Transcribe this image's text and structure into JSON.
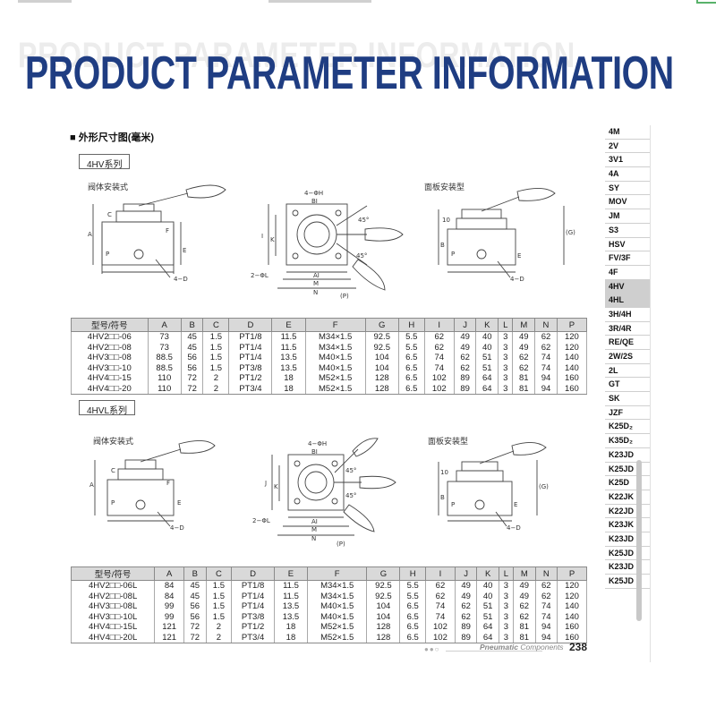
{
  "title": "PRODUCT PARAMETER INFORMATION",
  "section_heading": "■ 外形尺寸图(毫米)",
  "series": [
    {
      "tag": "4HV系列",
      "views": {
        "valve": "阀体安装式",
        "panel": "面板安装型"
      },
      "headers": [
        "型号/符号",
        "A",
        "B",
        "C",
        "D",
        "E",
        "F",
        "G",
        "H",
        "I",
        "J",
        "K",
        "L",
        "M",
        "N",
        "P"
      ],
      "rows": [
        [
          "4HV2□□-06",
          "73",
          "45",
          "1.5",
          "PT1/8",
          "11.5",
          "M34×1.5",
          "92.5",
          "5.5",
          "62",
          "49",
          "40",
          "3",
          "49",
          "62",
          "120"
        ],
        [
          "4HV2□□-08",
          "73",
          "45",
          "1.5",
          "PT1/4",
          "11.5",
          "M34×1.5",
          "92.5",
          "5.5",
          "62",
          "49",
          "40",
          "3",
          "49",
          "62",
          "120"
        ],
        [
          "4HV3□□-08",
          "88.5",
          "56",
          "1.5",
          "PT1/4",
          "13.5",
          "M40×1.5",
          "104",
          "6.5",
          "74",
          "62",
          "51",
          "3",
          "62",
          "74",
          "140"
        ],
        [
          "4HV3□□-10",
          "88.5",
          "56",
          "1.5",
          "PT3/8",
          "13.5",
          "M40×1.5",
          "104",
          "6.5",
          "74",
          "62",
          "51",
          "3",
          "62",
          "74",
          "140"
        ],
        [
          "4HV4□□-15",
          "110",
          "72",
          "2",
          "PT1/2",
          "18",
          "M52×1.5",
          "128",
          "6.5",
          "102",
          "89",
          "64",
          "3",
          "81",
          "94",
          "160"
        ],
        [
          "4HV4□□-20",
          "110",
          "72",
          "2",
          "PT3/4",
          "18",
          "M52×1.5",
          "128",
          "6.5",
          "102",
          "89",
          "64",
          "3",
          "81",
          "94",
          "160"
        ]
      ]
    },
    {
      "tag": "4HVL系列",
      "views": {
        "valve": "阀体安装式",
        "panel": "面板安装型"
      },
      "headers": [
        "型号/符号",
        "A",
        "B",
        "C",
        "D",
        "E",
        "F",
        "G",
        "H",
        "I",
        "J",
        "K",
        "L",
        "M",
        "N",
        "P"
      ],
      "rows": [
        [
          "4HV2□□-06L",
          "84",
          "45",
          "1.5",
          "PT1/8",
          "11.5",
          "M34×1.5",
          "92.5",
          "5.5",
          "62",
          "49",
          "40",
          "3",
          "49",
          "62",
          "120"
        ],
        [
          "4HV2□□-08L",
          "84",
          "45",
          "1.5",
          "PT1/4",
          "11.5",
          "M34×1.5",
          "92.5",
          "5.5",
          "62",
          "49",
          "40",
          "3",
          "49",
          "62",
          "120"
        ],
        [
          "4HV3□□-08L",
          "99",
          "56",
          "1.5",
          "PT1/4",
          "13.5",
          "M40×1.5",
          "104",
          "6.5",
          "74",
          "62",
          "51",
          "3",
          "62",
          "74",
          "140"
        ],
        [
          "4HV3□□-10L",
          "99",
          "56",
          "1.5",
          "PT3/8",
          "13.5",
          "M40×1.5",
          "104",
          "6.5",
          "74",
          "62",
          "51",
          "3",
          "62",
          "74",
          "140"
        ],
        [
          "4HV4□□-15L",
          "121",
          "72",
          "2",
          "PT1/2",
          "18",
          "M52×1.5",
          "128",
          "6.5",
          "102",
          "89",
          "64",
          "3",
          "81",
          "94",
          "160"
        ],
        [
          "4HV4□□-20L",
          "121",
          "72",
          "2",
          "PT3/4",
          "18",
          "M52×1.5",
          "128",
          "6.5",
          "102",
          "89",
          "64",
          "3",
          "81",
          "94",
          "160"
        ]
      ]
    }
  ],
  "sidebar": [
    "4M",
    "2V",
    "3V1",
    "4A",
    "SY",
    "MOV",
    "JM",
    "S3",
    "HSV",
    "FV/3F",
    "4F",
    "4HV",
    "4HL",
    "3H/4H",
    "3R/4R",
    "RE/QE",
    "2W/2S",
    "2L",
    "GT",
    "SK",
    "JZF",
    "K25D₂",
    "K35D₂",
    "K23JD",
    "K25JD",
    "K25D",
    "K22JK",
    "K22JD",
    "K23JK",
    "K23JD",
    "K25JD",
    "K23JD",
    "K25JD"
  ],
  "sidebar_active": [
    "4HV",
    "4HL"
  ],
  "footer": {
    "dots": "●●○",
    "brand_bold": "Pneumatic",
    "brand_rest": " Components",
    "page": "238"
  },
  "colors": {
    "title": "#1f3d82",
    "accent": "#58b26a"
  }
}
